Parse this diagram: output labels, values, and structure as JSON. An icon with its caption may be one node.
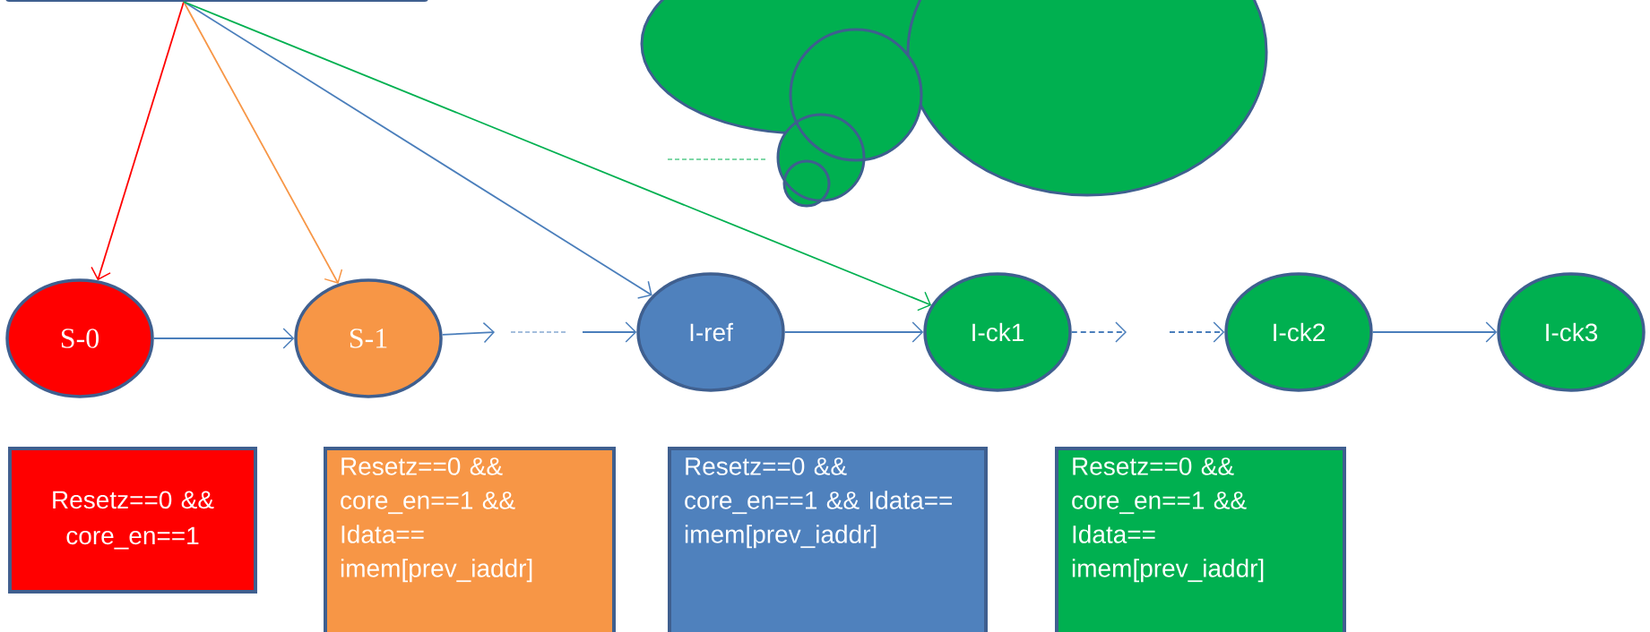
{
  "diagram": {
    "nodes": [
      {
        "text": [],
        "shape": "box"
      },
      {
        "text": [
          "S-0"
        ]
      },
      {
        "text": [
          "S-1"
        ]
      },
      {
        "text": [
          "I-ref"
        ]
      },
      {
        "text": [
          "I-ck1"
        ]
      },
      {
        "text": [
          "I-ck2"
        ]
      },
      {
        "text": [
          "I-ck3"
        ]
      },
      {
        "text": [
          "Resetz==0 && core_en==1"
        ]
      },
      {
        "text": [
          "Resetz==0 && core_en==1 && Idata== imem[prev_iaddr]"
        ]
      },
      {
        "text": [
          "Resetz==0 && core_en==1 && Idata== imem[prev_iaddr]"
        ]
      },
      {
        "text": [
          "Resetz==0 && core_en==1 && Idata== imem[prev_iaddr]"
        ]
      }
    ],
    "edges": [
      {
        "from": 1,
        "to": 2,
        "arrow": "to"
      },
      {
        "from": 2,
        "to": null,
        "arrow": "to"
      },
      {
        "from": null,
        "to": 3,
        "arrow": "to"
      },
      {
        "from": 3,
        "to": 4,
        "arrow": "to"
      },
      {
        "from": 4,
        "to": null,
        "arrow": "to",
        "style": "dashed"
      },
      {
        "from": null,
        "to": 5,
        "arrow": "to",
        "style": "dashed"
      },
      {
        "from": 5,
        "to": 6,
        "arrow": "to"
      },
      {
        "from": 0,
        "to": 1,
        "arrow": "to",
        "color": "#ff0000"
      },
      {
        "from": 0,
        "to": 2,
        "arrow": "to",
        "color": "#f79646"
      },
      {
        "from": 0,
        "to": 3,
        "arrow": "to"
      },
      {
        "from": 0,
        "to": 4,
        "arrow": "to",
        "color": "#00b050"
      }
    ]
  }
}
